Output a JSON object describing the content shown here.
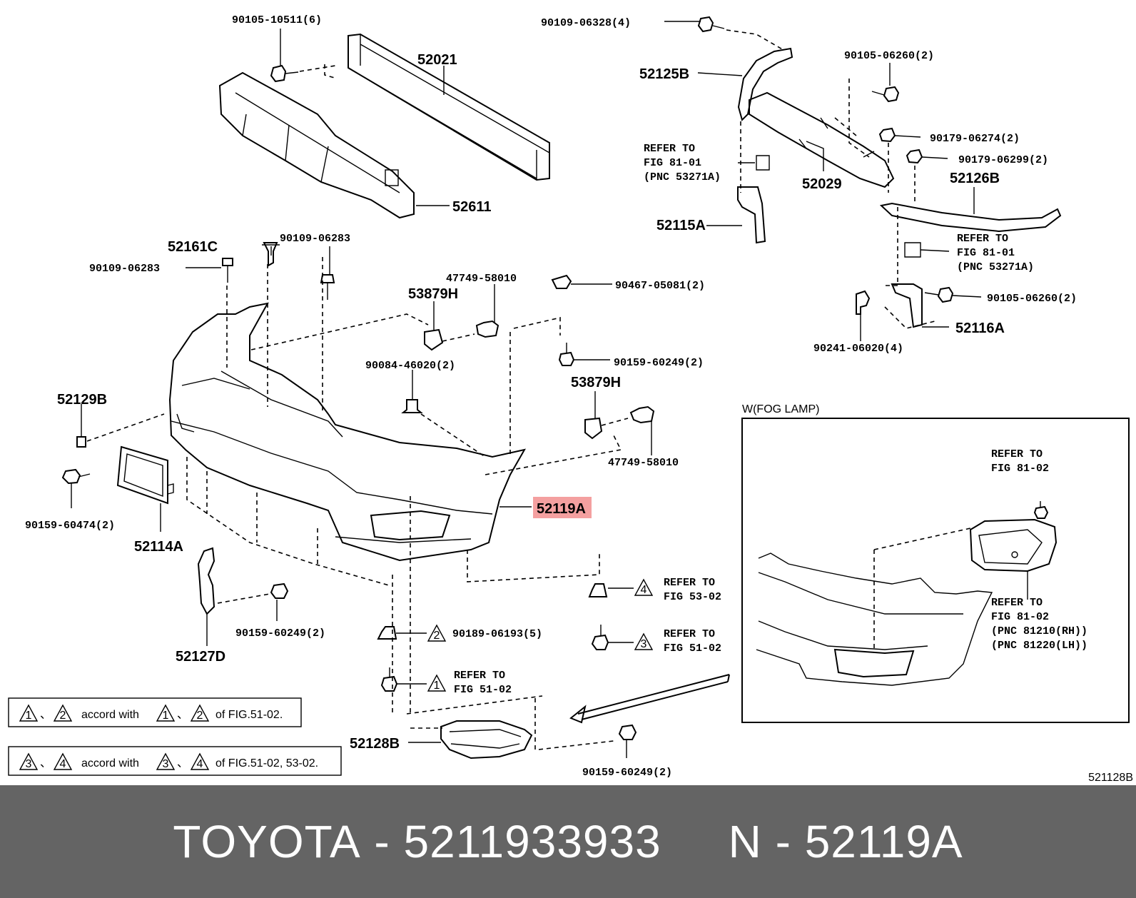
{
  "diagram_labels": {
    "p90105_10511": "90105-10511(6)",
    "p52021": "52021",
    "p52611": "52611",
    "p90109_06328": "90109-06328(4)",
    "p52125B": "52125B",
    "p90105_06260_top": "90105-06260(2)",
    "refer_81_01_a_1": "REFER TO",
    "refer_81_01_a_2": "FIG 81-01",
    "refer_81_01_a_3": "(PNC 53271A)",
    "p90179_06274": "90179-06274(2)",
    "p90179_06299": "90179-06299(2)",
    "p52029": "52029",
    "p52126B": "52126B",
    "p52115A": "52115A",
    "refer_81_01_b_1": "REFER TO",
    "refer_81_01_b_2": "FIG 81-01",
    "refer_81_01_b_3": "(PNC 53271A)",
    "p90105_06260_mid": "90105-06260(2)",
    "p52116A": "52116A",
    "p90241_06020": "90241-06020(4)",
    "p52161C": "52161C",
    "p90109_06283_a": "90109-06283",
    "p90109_06283_b": "90109-06283",
    "p47749_58010_a": "47749-58010",
    "p53879H_a": "53879H",
    "p90467_05081": "90467-05081(2)",
    "p90159_60249_a": "90159-60249(2)",
    "p53879H_b": "53879H",
    "p90084_46020": "90084-46020(2)",
    "p47749_58010_b": "47749-58010",
    "p52129B": "52129B",
    "p90159_60474": "90159-60474(2)",
    "p52114A": "52114A",
    "p52119A": "52119A",
    "p90159_60249_b": "90159-60249(2)",
    "p52127D": "52127D",
    "refer_53_02_1": "REFER TO",
    "refer_53_02_2": "FIG 53-02",
    "p90189_06193": "90189-06193(5)",
    "refer_51_02_a_1": "REFER TO",
    "refer_51_02_a_2": "FIG 51-02",
    "refer_51_02_b_1": "REFER TO",
    "refer_51_02_b_2": "FIG 51-02",
    "p52128B": "52128B",
    "p90159_60249_c": "90159-60249(2)",
    "fog_title": "W(FOG LAMP)",
    "refer_81_02_a_1": "REFER TO",
    "refer_81_02_a_2": "FIG 81-02",
    "refer_81_02_b_1": "REFER TO",
    "refer_81_02_b_2": "FIG 81-02",
    "refer_81_02_b_3": "(PNC 81210(RH))",
    "refer_81_02_b_4": "(PNC 81220(LH))",
    "diagram_id": "521128B"
  },
  "triangles": {
    "t1": "1",
    "t2": "2",
    "t3": "3",
    "t4": "4"
  },
  "legend": {
    "row1": {
      "sep": "、",
      "text": "accord with",
      "suffix": "of FIG.51-02."
    },
    "row2": {
      "sep": "、",
      "text": "accord with",
      "suffix": "of FIG.51-02, 53-02."
    }
  },
  "highlight_color": "#f4a0a0",
  "footer": {
    "brand": "TOYOTA",
    "dash": "-",
    "part_number": "5211933933",
    "n_label": "N",
    "pnc": "52119A"
  }
}
